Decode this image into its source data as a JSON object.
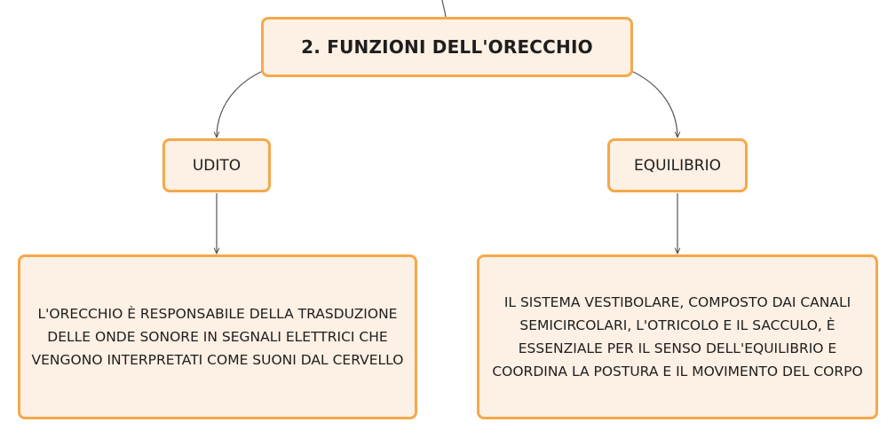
{
  "diagram": {
    "title": "2. FUNZIONI DELL'ORECCHIO",
    "branches": [
      {
        "label": "UDITO",
        "description": "L'ORECCHIO È RESPONSABILE DELLA TRASDUZIONE DELLE ONDE SONORE IN SEGNALI ELETTRICI CHE VENGONO INTERPRETATI COME SUONI DAL CERVELLO"
      },
      {
        "label": "EQUILIBRIO",
        "description": "IL SISTEMA VESTIBOLARE, COMPOSTO DAI CANALI SEMICIRCOLARI, L'OTRICOLO E IL SACCULO, È ESSENZIALE PER IL SENSO DELL'EQUILIBRIO E COORDINA LA POSTURA E IL MOVIMENTO DEL CORPO"
      }
    ]
  },
  "colors": {
    "node_fill": "#fdf0e4",
    "node_border": "#f4a94a",
    "connector": "#555555",
    "text": "#1e1e1e"
  }
}
